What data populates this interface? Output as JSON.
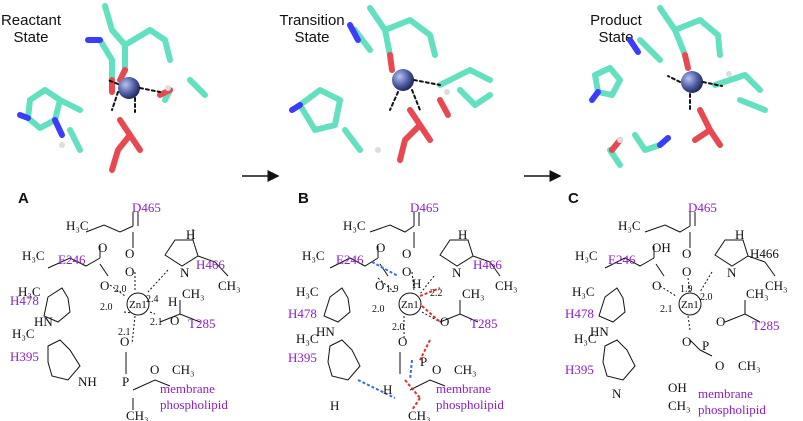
{
  "colors": {
    "carbon": "#63e0c0",
    "nitrogen": "#3c3cff",
    "oxygen": "#e84850",
    "zinc": "#4a5aa0",
    "residue_label": "#8b1fc7",
    "hbond_blue": "#3a6fd8",
    "bond_red": "#e03030"
  },
  "structures": {
    "A": {
      "title": "Reactant\nState"
    },
    "B": {
      "title": "Transition\nState"
    },
    "C": {
      "title": "Product\nState"
    }
  },
  "panel_labels": [
    "A",
    "B",
    "C"
  ],
  "schemes": {
    "A": {
      "residues": [
        "D465",
        "E246",
        "H466",
        "H478",
        "T285",
        "H395"
      ],
      "metal": "Zn1",
      "substrate_label": [
        "membrane",
        "phospholipid"
      ],
      "distances": [
        "2.0",
        "2.0",
        "2.4",
        "2.1",
        "2.1"
      ]
    },
    "B": {
      "residues": [
        "D465",
        "E246",
        "H466",
        "H478",
        "T285",
        "H395"
      ],
      "metal": "Zn1",
      "substrate_label": [
        "membrane",
        "phospholipid"
      ],
      "distances": [
        "1.9",
        "2.2",
        "2.0",
        "2.0"
      ]
    },
    "C": {
      "residues": [
        "D465",
        "E246",
        "H466",
        "H478",
        "T285",
        "H395"
      ],
      "metal": "Zn1",
      "substrate_label": [
        "membrane",
        "phospholipid"
      ],
      "distances": [
        "1.9",
        "2.0",
        "2.1"
      ]
    }
  },
  "atoms": {
    "h3c": "H₃C",
    "methyl": "CH₃",
    "h": "H",
    "o": "O",
    "p": "P",
    "n": "N",
    "oh": "OH",
    "hn": "HN",
    "nh": "NH"
  }
}
